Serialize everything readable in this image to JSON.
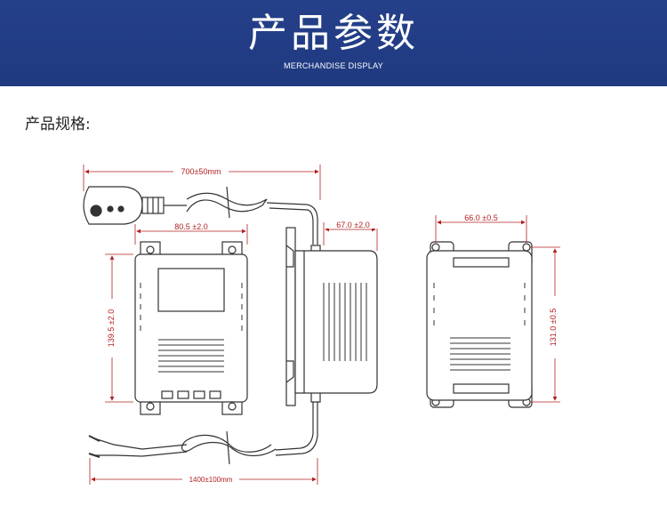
{
  "header": {
    "title": "产品参数",
    "subtitle": "MERCHANDISE DISPLAY",
    "background": "#22408a"
  },
  "section": {
    "label": "产品规格:"
  },
  "dimensions": {
    "cord_top": "700±50mm",
    "front_width": "80.5 ±2.0",
    "front_height": "139.5 ±2.0",
    "side_depth": "67.0 ±2.0",
    "back_width": "66.0 ±0.5",
    "back_height": "131.0 ±0.5",
    "cord_bottom": "1400±100mm"
  },
  "colors": {
    "dimension": "#b22222",
    "outline": "#333333"
  }
}
